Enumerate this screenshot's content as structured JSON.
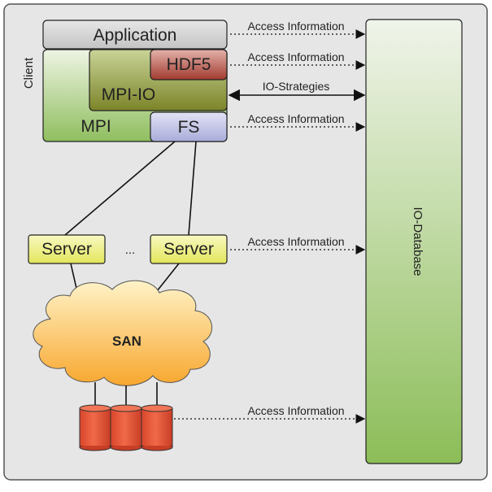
{
  "client_label": "Client",
  "layers": {
    "application": "Application",
    "hdf5": "HDF5",
    "mpi_io": "MPI-IO",
    "mpi": "MPI",
    "fs": "FS"
  },
  "servers": {
    "left": "Server",
    "ellipsis": "...",
    "right": "Server"
  },
  "san_label": "SAN",
  "database_label": "IO-Database",
  "connections": {
    "application": "Access Information",
    "hdf5": "Access Information",
    "mpi_io": "IO-Strategies",
    "fs": "Access Information",
    "server": "Access Information",
    "storage": "Access Information"
  },
  "colors": {
    "application": "#d4d4d4",
    "hdf5": "#b04a40",
    "mpi_io": "#8f9a3e",
    "mpi": "#9dc470",
    "fs": "#b5b8e0",
    "server": "#eef07a",
    "san": "#fbbf5a",
    "disk": "#e8563a",
    "database": "#a5c97a"
  }
}
